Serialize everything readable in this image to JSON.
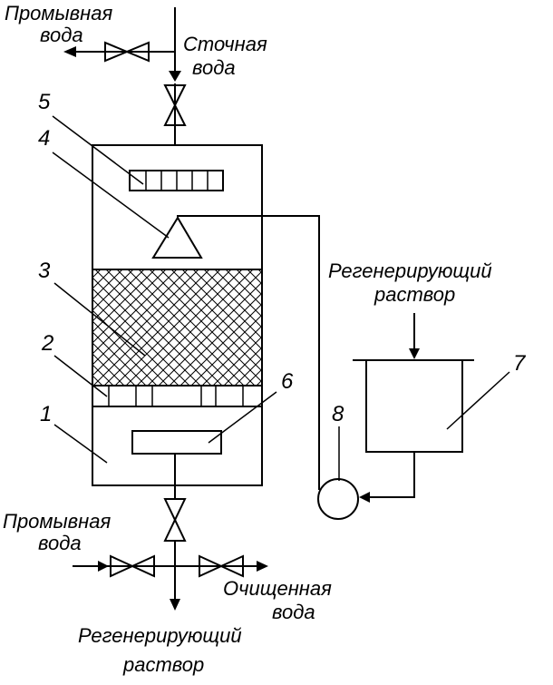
{
  "labels": {
    "wash_water_top_1": "Промывная",
    "wash_water_top_2": "вода",
    "wastewater_1": "Сточная",
    "wastewater_2": "вода",
    "regen_right_1": "Регенерирующий",
    "regen_right_2": "раствор",
    "wash_water_bottom_1": "Промывная",
    "wash_water_bottom_2": "вода",
    "treated_water_1": "Очищенная",
    "treated_water_2": "вода",
    "regen_bottom_1": "Регенерирующий",
    "regen_bottom_2": "раствор"
  },
  "numbers": {
    "n1": "1",
    "n2": "2",
    "n3": "3",
    "n4": "4",
    "n5": "5",
    "n6": "6",
    "n7": "7",
    "n8": "8"
  },
  "colors": {
    "line": "#000000",
    "background": "#ffffff"
  }
}
